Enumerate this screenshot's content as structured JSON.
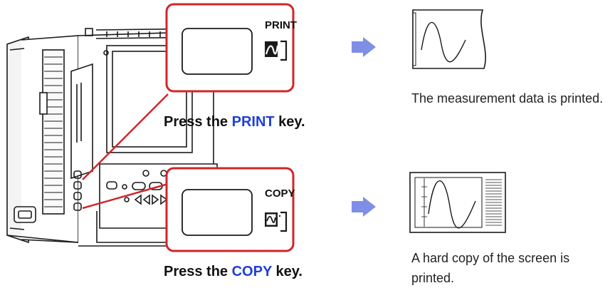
{
  "colors": {
    "callout": "#d0262a",
    "arrow": "#7f8fe6",
    "key_text": "#1e3fd8",
    "line": "#1a1a1a"
  },
  "print_panel": {
    "key_label": "PRINT",
    "icon": "print-wave-icon",
    "caption": {
      "prefix": "Press the ",
      "key": "PRINT",
      "suffix": " key."
    },
    "result_text": "The measurement data is printed."
  },
  "copy_panel": {
    "key_label": "COPY",
    "icon": "copy-screen-icon",
    "caption": {
      "prefix": "Press the ",
      "key": "COPY",
      "suffix": " key."
    },
    "result_text": "A hard copy of the screen is printed."
  }
}
